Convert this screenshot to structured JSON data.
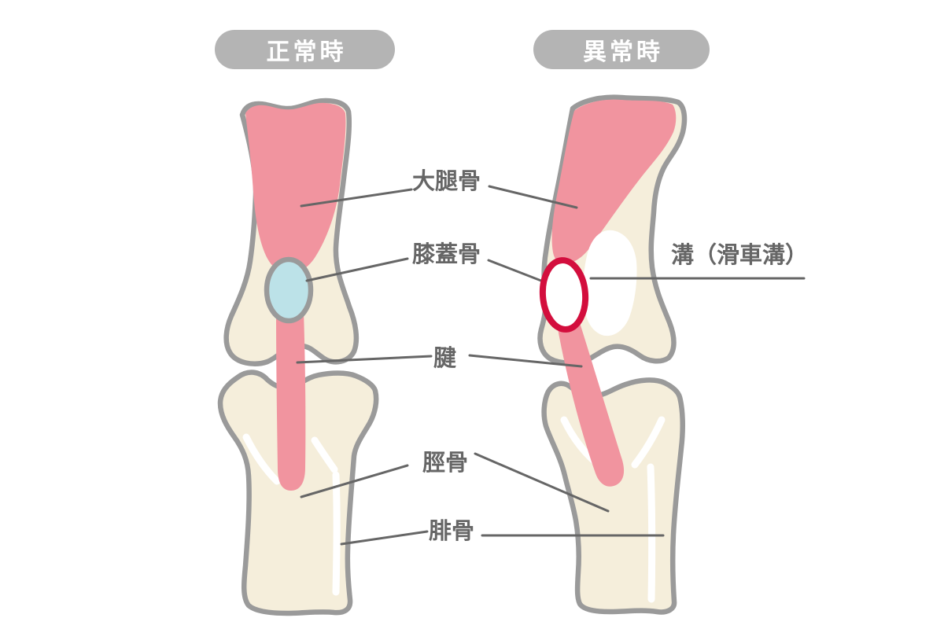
{
  "headers": {
    "normal": "正常時",
    "abnormal": "異常時"
  },
  "labels": {
    "femur": "大腿骨",
    "patella": "膝蓋骨",
    "groove": "溝（滑車溝）",
    "tendon": "腱",
    "tibia": "脛骨",
    "fibula": "腓骨"
  },
  "colors": {
    "background": "#ffffff",
    "bone": "#f5eedb",
    "bone_outline": "#9a9a9a",
    "muscle": "#f1949f",
    "patella_normal": "#bce2e8",
    "patella_abnormal_outline": "#d30e3d",
    "highlight": "#ffffff",
    "pill_bg": "#b4b4b4",
    "pill_text": "#ffffff",
    "label_text": "#666666",
    "leader_line": "#666666"
  }
}
